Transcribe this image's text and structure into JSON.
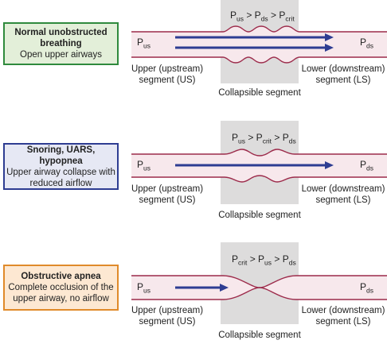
{
  "colors": {
    "tube_outline": "#9c2a4a",
    "tube_fill": "#f7e8ec",
    "arrow": "#2e3d92",
    "segment": "#dddcdc",
    "panel1_border": "#2f8a3d",
    "panel1_fill": "#e3efd9",
    "panel2_border": "#2e3d92",
    "panel2_fill": "#e6e8f4",
    "panel3_border": "#e08a2a",
    "panel3_fill": "#fde8d2"
  },
  "labels": {
    "p_us_base": "P",
    "p_us_sub": "us",
    "p_ds_base": "P",
    "p_ds_sub": "ds",
    "upper_l1": "Upper (upstream)",
    "upper_l2": "segment (US)",
    "lower_l1": "Lower (downstream)",
    "lower_l2": "segment (LS)",
    "collapsible": "Collapsible segment"
  },
  "panels": [
    {
      "title": "Normal unobstructed breathing",
      "desc": "Open upper airways",
      "ineq": [
        "P",
        "us",
        " > P",
        "ds",
        " > P",
        "crit"
      ]
    },
    {
      "title": "Snoring, UARS, hypopnea",
      "desc": "Upper airway collapse with reduced airflow",
      "ineq": [
        "P",
        "us",
        " > P",
        "crit",
        " > P",
        "ds"
      ]
    },
    {
      "title": "Obstructive apnea",
      "desc": "Complete occlusion of the upper airway, no airflow",
      "ineq": [
        "P",
        "crit",
        " > P",
        "us",
        " > P",
        "ds"
      ]
    }
  ]
}
